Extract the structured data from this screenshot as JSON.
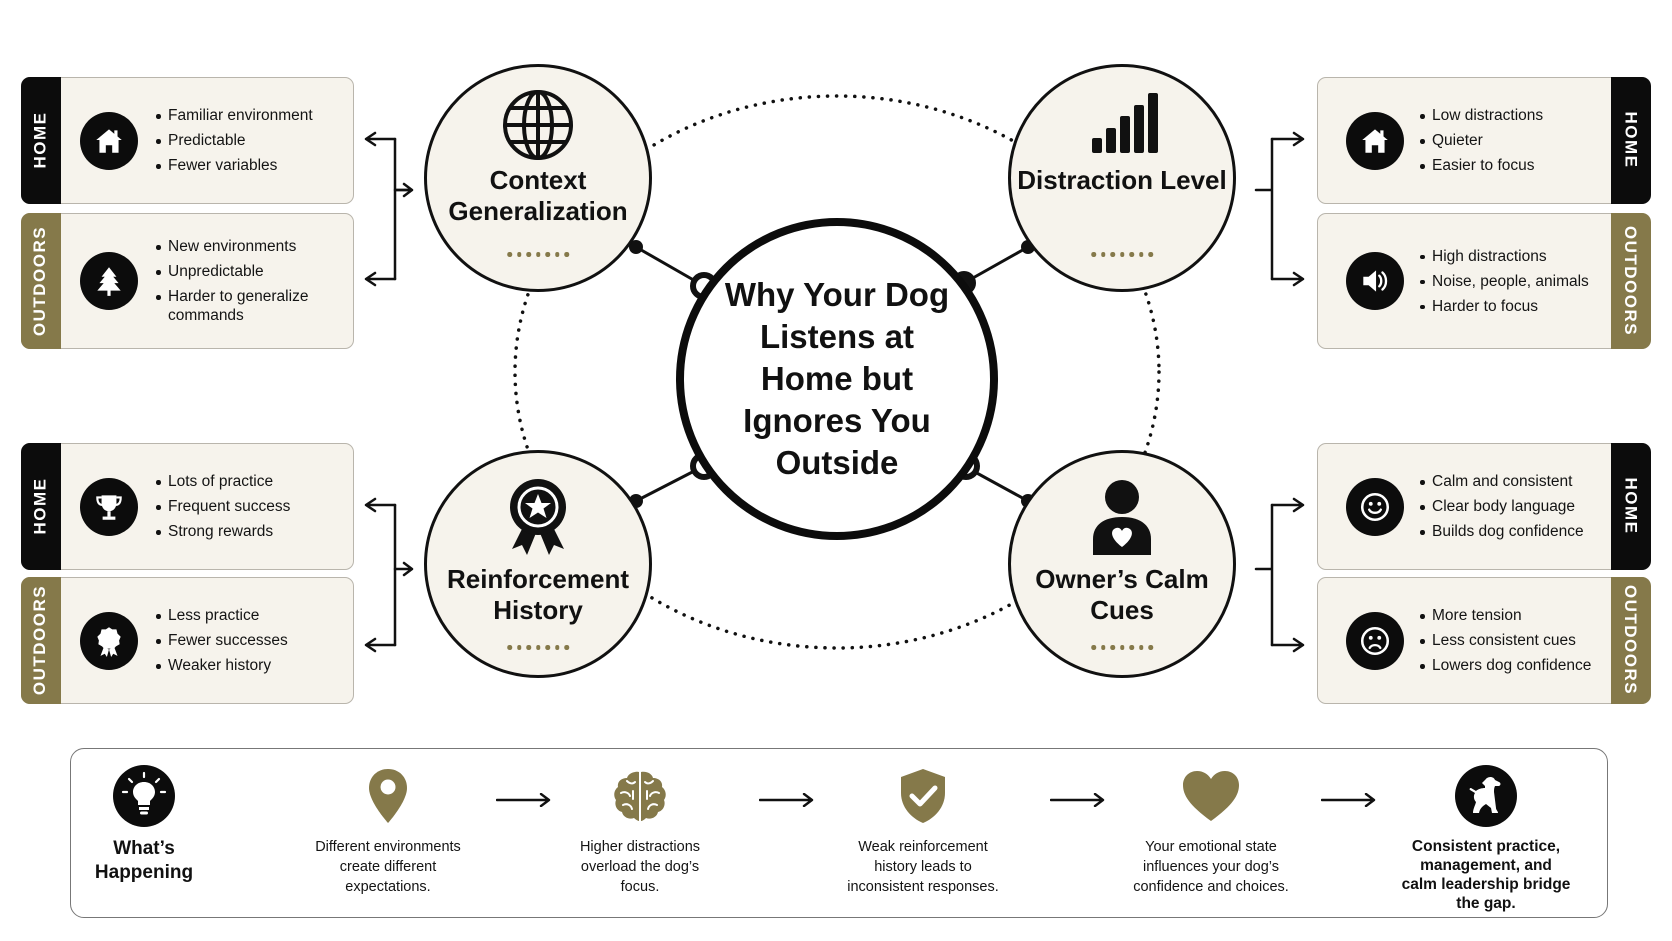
{
  "title": "Why Your Dog Listens at Home but Ignores You Outside",
  "colors": {
    "accent": "#85794a",
    "dark": "#0c0c0c",
    "panel_bg": "#f6f3ec"
  },
  "factors": {
    "context": {
      "title": "Context Generalization",
      "icon": "globe-icon",
      "home": {
        "label": "HOME",
        "icon": "house-icon",
        "bullets": [
          "Familiar environment",
          "Predictable",
          "Fewer variables"
        ]
      },
      "outdoors": {
        "label": "OUTDOORS",
        "icon": "tree-icon",
        "bullets": [
          "New environments",
          "Unpredictable",
          "Harder to generalize commands"
        ]
      }
    },
    "distraction": {
      "title": "Distraction Level",
      "icon": "signal-bars-icon",
      "home": {
        "label": "HOME",
        "icon": "house-icon",
        "bullets": [
          "Low distractions",
          "Quieter",
          "Easier to focus"
        ]
      },
      "outdoors": {
        "label": "OUTDOORS",
        "icon": "speaker-icon",
        "bullets": [
          "High distractions",
          "Noise, people, animals",
          "Harder to focus"
        ]
      }
    },
    "reinforcement": {
      "title": "Reinforcement History",
      "icon": "award-ribbon-icon",
      "home": {
        "label": "HOME",
        "icon": "trophy-icon",
        "bullets": [
          "Lots of practice",
          "Frequent success",
          "Strong rewards"
        ]
      },
      "outdoors": {
        "label": "OUTDOORS",
        "icon": "badge-icon",
        "bullets": [
          "Less practice",
          "Fewer successes",
          "Weaker history"
        ]
      }
    },
    "owner": {
      "title": "Owner’s Calm Cues",
      "icon": "person-heart-icon",
      "home": {
        "label": "HOME",
        "icon": "smiley-icon",
        "bullets": [
          "Calm and consistent",
          "Clear body language",
          "Builds dog confidence"
        ]
      },
      "outdoors": {
        "label": "OUTDOORS",
        "icon": "sad-face-icon",
        "bullets": [
          "More tension",
          "Less consistent cues",
          "Lowers dog confidence"
        ]
      }
    }
  },
  "summary": {
    "heading": "What’s Happening",
    "heading_icon": "lightbulb-icon",
    "steps": [
      {
        "icon": "location-pin-icon",
        "text": "Different environments create different expectations."
      },
      {
        "icon": "brain-icon",
        "text": "Higher distractions overload the dog’s focus."
      },
      {
        "icon": "shield-check-icon",
        "text": "Weak reinforcement history leads to inconsistent responses."
      },
      {
        "icon": "heart-icon",
        "text": "Your emotional state influences your dog’s confidence and choices."
      },
      {
        "icon": "dog-icon",
        "text": "Consistent practice, management, and calm leadership bridge the gap."
      }
    ]
  }
}
